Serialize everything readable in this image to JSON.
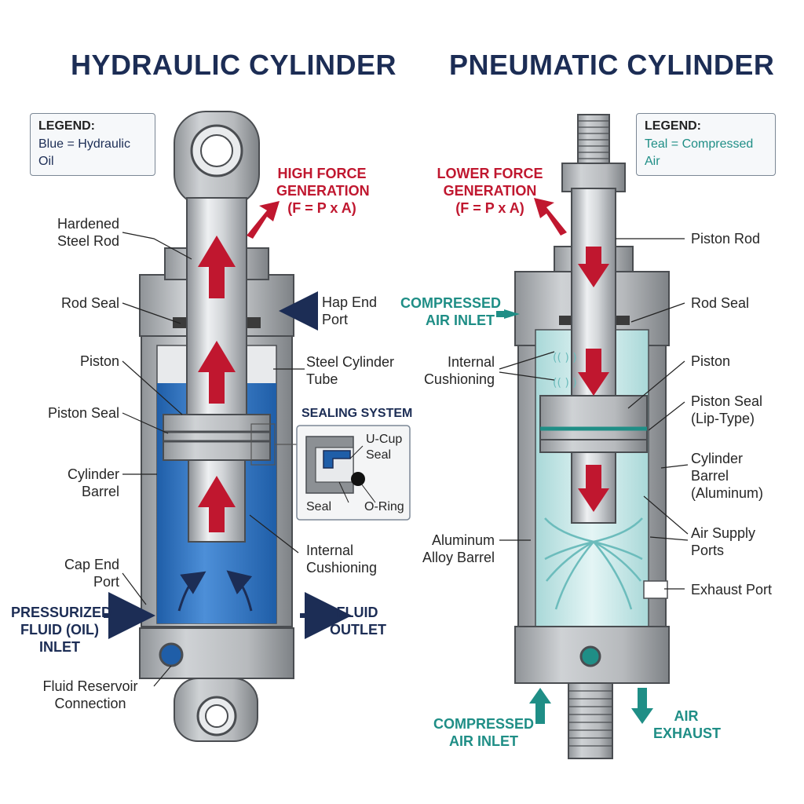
{
  "hydraulic": {
    "title": "HYDRAULIC CYLINDER",
    "legend_title": "LEGEND:",
    "legend_value": "Blue = Hydraulic Oil",
    "force_line1": "HIGH FORCE",
    "force_line2": "GENERATION",
    "force_line3": "(F = P x A)",
    "labels": {
      "rod_line1": "Hardened",
      "rod_line2": "Steel Rod",
      "rod_seal": "Rod Seal",
      "piston": "Piston",
      "piston_seal": "Piston Seal",
      "barrel_line1": "Cylinder",
      "barrel_line2": "Barrel",
      "cap_line1": "Cap End",
      "cap_line2": "Port",
      "inlet_line1": "PRESSURIZED",
      "inlet_line2": "FLUID (OIL)",
      "inlet_line3": "INLET",
      "reservoir_line1": "Fluid Reservoir",
      "reservoir_line2": "Connection",
      "head_line1": "Hap End",
      "head_line2": "Port",
      "tube_line1": "Steel Cylinder",
      "tube_line2": "Tube",
      "cushion_line1": "Internal",
      "cushion_line2": "Cushioning",
      "outlet_line1": "FLUID",
      "outlet_line2": "OUTLET"
    },
    "sealing": {
      "title": "SEALING SYSTEM",
      "ucup_line1": "U-Cup",
      "ucup_line2": "Seal",
      "seal": "Seal",
      "oring": "O-Ring"
    }
  },
  "pneumatic": {
    "title": "PNEUMATIC CYLINDER",
    "legend_title": "LEGEND:",
    "legend_value": "Teal = Compressed Air",
    "force_line1": "LOWER FORCE",
    "force_line2": "GENERATION",
    "force_line3": "(F = P x A)",
    "labels": {
      "rod": "Piston Rod",
      "rod_seal": "Rod Seal",
      "piston": "Piston",
      "piston_seal_line1": "Piston Seal",
      "piston_seal_line2": "(Lip-Type)",
      "barrel_line1": "Cylinder",
      "barrel_line2": "Barrel",
      "barrel_line3": "(Aluminum)",
      "supply_line1": "Air Supply",
      "supply_line2": "Ports",
      "exhaust_port": "Exhaust Port",
      "inlet_top_line1": "COMPRESSED",
      "inlet_top_line2": "AIR INLET",
      "cushion_line1": "Internal",
      "cushion_line2": "Cushioning",
      "alu_line1": "Aluminum",
      "alu_line2": "Alloy Barrel",
      "inlet_bottom_line1": "COMPRESSED",
      "inlet_bottom_line2": "AIR INLET",
      "exhaust_line1": "AIR",
      "exhaust_line2": "EXHAUST"
    }
  },
  "colors": {
    "navy": "#1c2d55",
    "red": "#c0172f",
    "teal": "#1f8e86",
    "oil_blue": "#2f73c4",
    "air_teal": "#bfe6e6",
    "steel": "#b9bcc0"
  }
}
